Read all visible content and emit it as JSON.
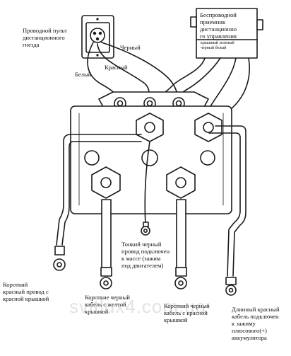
{
  "labels": {
    "wired_remote": "Проводной пульт\nдистанционного\nгнезда",
    "wireless_receiver": "Беспроводной\nприемник\nдистанционно\nго управления",
    "receiver_terminals": "крышный  зеленый\n   черный         белый",
    "black_top": "Черный",
    "red": "Красный",
    "white": "Белый",
    "thin_black": "Тонкий черный\nпровод подключен\nк массе (зажим\nпод двигателем)",
    "short_red": "Короткий\nкрасный провод с\nкрасной крышкой",
    "short_black_yellow": "Короткие черный\nкабель с желтой\nкрышкой",
    "short_black_red": "Короткий черный\nкабель с красной\nкрышкой",
    "long_red": "Длинный красный\nкабель подключен\nк зажиму\nплюсового(+)\nаккумулятора"
  },
  "watermark": "svitlux4.com.ua",
  "colors": {
    "line": "#1a1a1a",
    "fill": "#ffffff"
  }
}
